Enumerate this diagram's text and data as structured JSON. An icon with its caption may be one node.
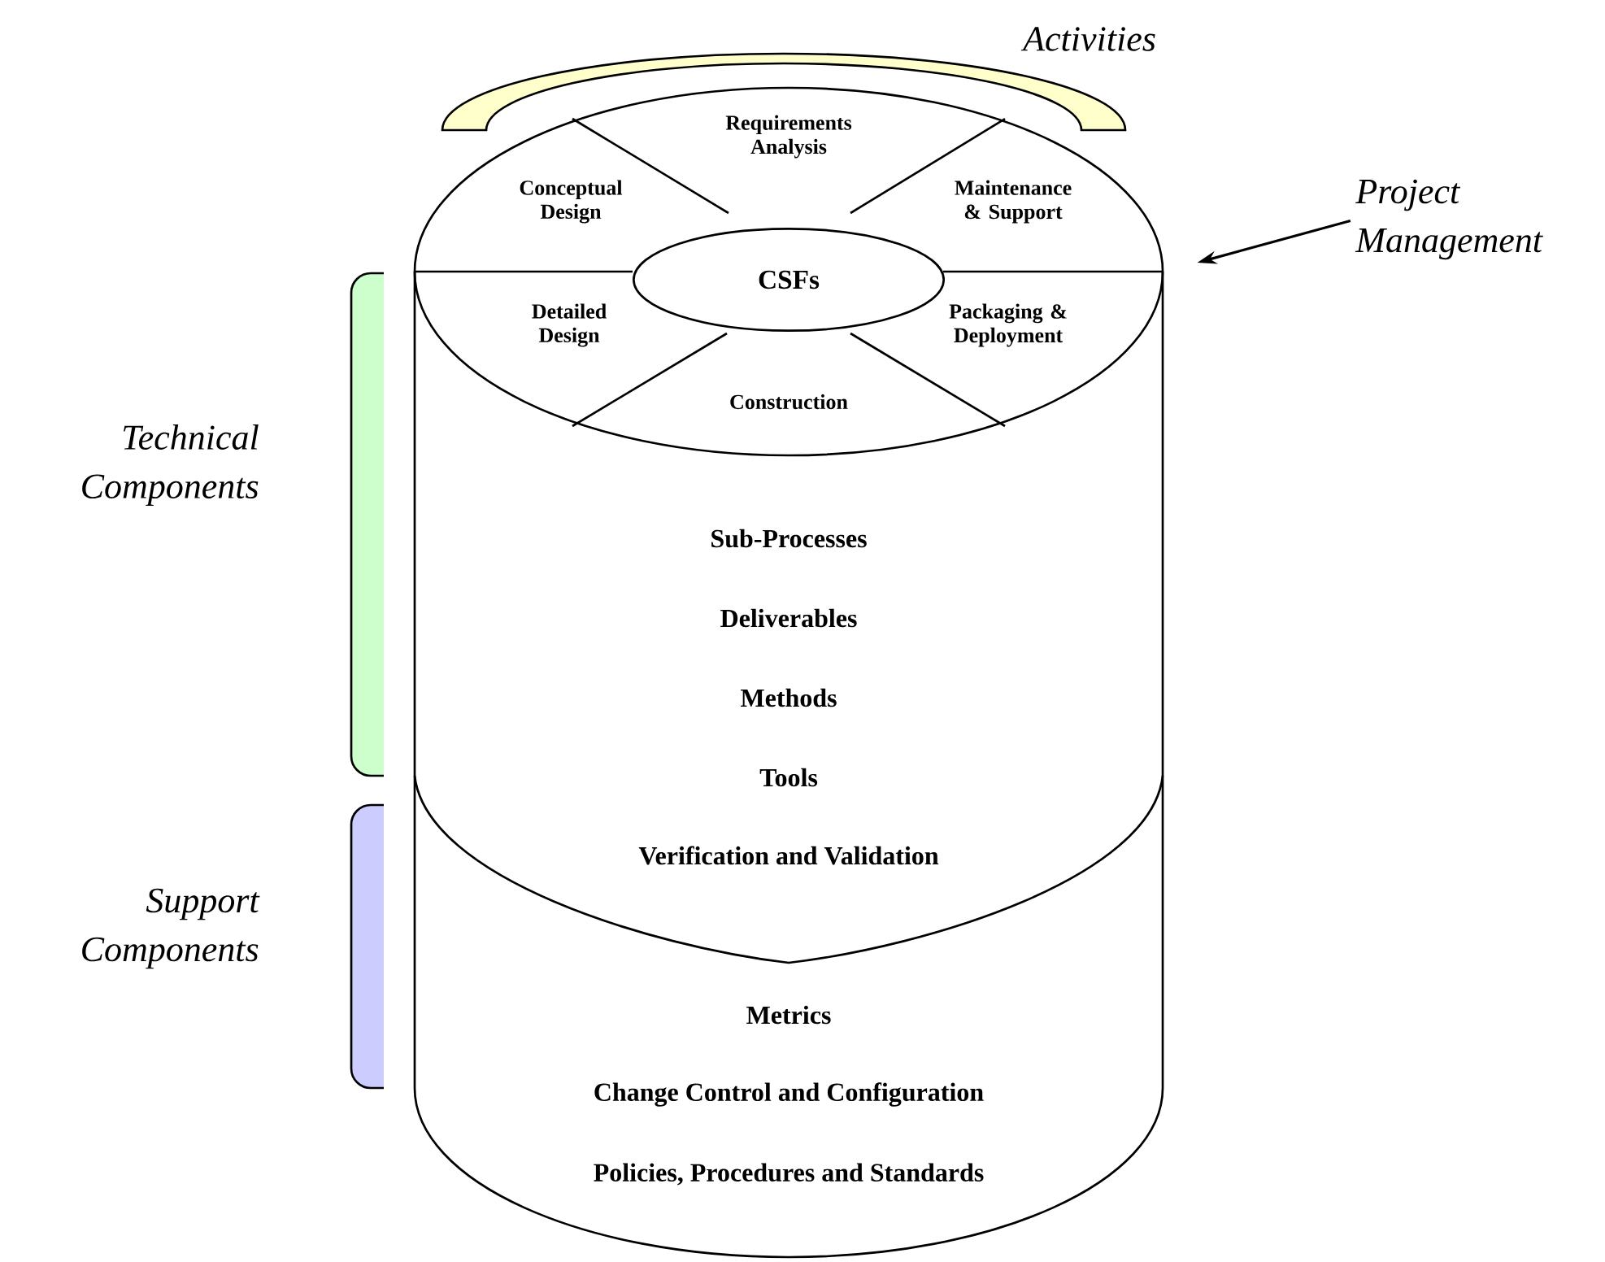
{
  "diagram": {
    "nodes": [
      {
        "text": [
          "Sub-Processes",
          "Deliverables",
          "Methods",
          "Tools",
          "Verification and Validation",
          "Metrics",
          "Change Control and Configuration",
          "Policies, Procedures and Standards"
        ]
      },
      {
        "text": [
          "Requirements Analysis"
        ],
        "in": 0
      },
      {
        "text": [
          "Conceptual Design"
        ],
        "in": 0
      },
      {
        "text": [
          "Maintenance & Support"
        ],
        "in": 0
      },
      {
        "text": [
          "CSFs"
        ],
        "in": 0
      },
      {
        "text": [
          "Detailed Design"
        ],
        "in": 0
      },
      {
        "text": [
          "Packaging & Deployment"
        ],
        "in": 0
      },
      {
        "text": [
          "Construction"
        ],
        "in": 0
      },
      {
        "text": [
          "Project Management"
        ]
      },
      {
        "text": [],
        "shape": "arc",
        "beside": [
          "Activities"
        ]
      },
      {
        "text": [],
        "shape": "bracket",
        "beside": [
          "Technical Components"
        ]
      },
      {
        "text": [],
        "shape": "bracket",
        "beside": [
          "Support Components"
        ]
      }
    ],
    "edges": [
      {
        "from": 8,
        "to": 0,
        "arrow": "to"
      }
    ]
  }
}
